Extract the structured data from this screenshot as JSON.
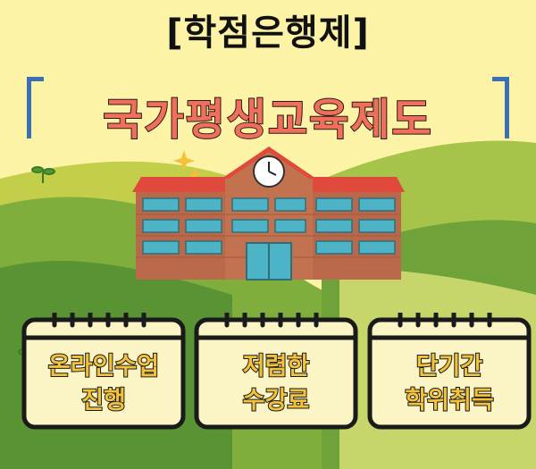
{
  "header": {
    "title": "[학점은행제]"
  },
  "banner": {
    "title": "국가평생교육제도"
  },
  "cards": [
    {
      "line1": "온라인수업",
      "line2": "진행"
    },
    {
      "line1": "저렴한",
      "line2": "수강료"
    },
    {
      "line1": "단기간",
      "line2": "학위취득"
    }
  ]
}
